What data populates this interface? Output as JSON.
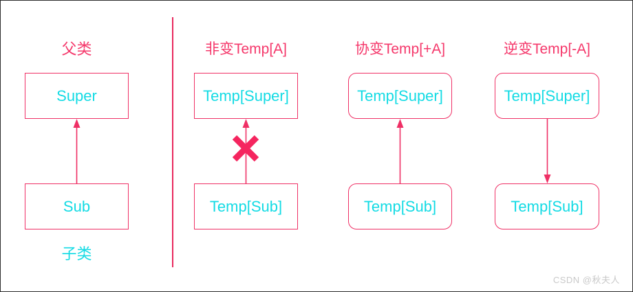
{
  "page": {
    "background": "#ffffff",
    "border_color": "#2b2b2b",
    "accent_pink": "#ef2f65",
    "accent_cyan": "#13dbe4",
    "watermark": "CSDN @秋夫人"
  },
  "divider": {
    "name": "vertical-divider",
    "color": "#e8275c"
  },
  "columns": [
    {
      "id": "plain-inheritance",
      "title": "父类",
      "title_color": "#f5386b",
      "box_shape": "square",
      "super_box": "Super",
      "sub_box": "Sub",
      "arrow_direction": "up",
      "arrow_blocked": false,
      "footer": "子类",
      "footer_color": "#13dbe4"
    },
    {
      "id": "invariant",
      "title": "非变Temp[A]",
      "title_color": "#f5386b",
      "box_shape": "square",
      "super_box": "Temp[Super]",
      "sub_box": "Temp[Sub]",
      "arrow_direction": "up",
      "arrow_blocked": true,
      "blocked_marker": "cross-mark"
    },
    {
      "id": "covariant",
      "title": "协变Temp[+A]",
      "title_color": "#f5386b",
      "box_shape": "rounded",
      "super_box": "Temp[Super]",
      "sub_box": "Temp[Sub]",
      "arrow_direction": "up",
      "arrow_blocked": false
    },
    {
      "id": "contravariant",
      "title": "逆变Temp[-A]",
      "title_color": "#f5386b",
      "box_shape": "rounded",
      "super_box": "Temp[Super]",
      "sub_box": "Temp[Sub]",
      "arrow_direction": "down",
      "arrow_blocked": false
    }
  ]
}
